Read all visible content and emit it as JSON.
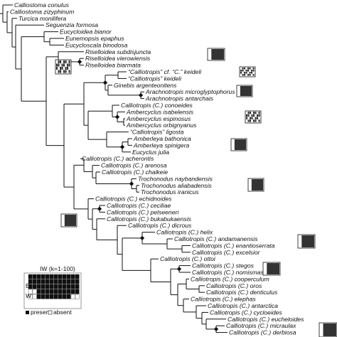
{
  "taxa": [
    "Calliostoma conulus",
    "Calliostoma zizyphinum",
    "Turcica monilifera",
    "Seguenzia formosa",
    "Eucycloidea bianor",
    "Eunemopsis epaphus",
    "Eucycloscala binodosa",
    "Riselloidea subdisjuncta",
    "Riselloidea vierowiensis",
    "Riselloidea biarmata",
    "“Calliotropis” cf. “C.” keideli",
    "“Calliotropis” keideli",
    "Ginebis argenteonitens",
    "Arachnotropis microglyptophorus",
    "Arachnotropis antarchais",
    "Calliotropis (C.) conoeides",
    "Ambercyclus isabelensis",
    "Ambercyclus espinosus",
    "Ambercyclus orbignyanus",
    "“Calliotropis” ligosta",
    "Amberleya bathonica",
    "Amberleya spinigera",
    "Eucyclus julia",
    "Calliotropis (C.) acherontis",
    "Calliotropis (C.) arenosa",
    "Calliotropis (C.) chalkeie",
    "Trochonodus naybandensis",
    "Trochonodus aliabadensis",
    "Trochonodus iranicus",
    "Calliotropis (C.) echidnoides",
    "Calliotropis (C.) ceciliae",
    "Calliotropis (C.) pelseeneri",
    "Calliotropis (C.) bukabukaensis",
    "Calliotropis (C.) dicrous",
    "Calliotropis (C.) helix",
    "Calliotropis (C.) andamanensis",
    "Calliotropis (C.) enantioserrata",
    "Calliotropis (C.) excelsior",
    "Calliotropis (C.) ottoi",
    "Calliotropis (C.) stegos",
    "Calliotropis (C.) nomismasimilis",
    "Calliotropis (C.) cooperculum",
    "Calliotropis (C.) oros",
    "Calliotropis (C.) denticulus",
    "Calliotropis (C.) elephas",
    "Calliotropis (C.) antarctica",
    "Calliotropis (C.) cycloeides",
    "Calliotropis (C.) eucheloides",
    "Calliotropis (C.) micraulax",
    "Calliotropis (C.) derbiosa"
  ],
  "legend": {
    "title": "IW (k=1-100)",
    "row_e": "E",
    "row_w": "W",
    "present": "present",
    "absent": "absent"
  },
  "colors": {
    "line": "#111111",
    "node": "#111111",
    "support_fill": "#333333",
    "support_border": "#111111"
  }
}
